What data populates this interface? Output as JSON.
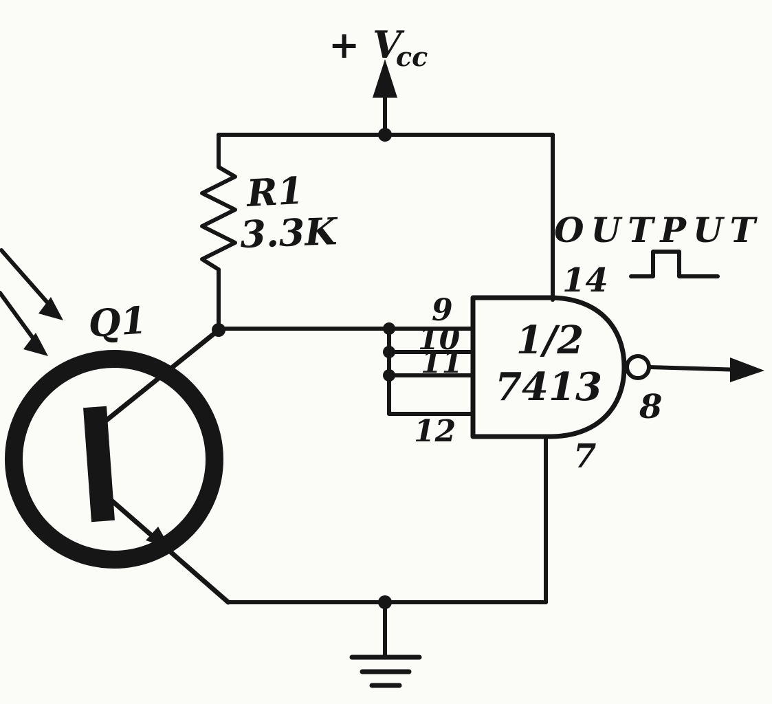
{
  "labels": {
    "vcc_main": "+ V",
    "vcc_sub": "cc",
    "r1_ref": "R1",
    "r1_value": "3.3K",
    "q1_ref": "Q1",
    "output": "OUTPUT",
    "gate_half": "1/2",
    "gate_part": "7413"
  },
  "pins": {
    "in1": "9",
    "in2": "10",
    "in3": "11",
    "in4": "12",
    "vcc": "14",
    "gnd": "7",
    "out": "8"
  },
  "colors": {
    "ink": "#161616",
    "paper": "#fbfbf8"
  }
}
